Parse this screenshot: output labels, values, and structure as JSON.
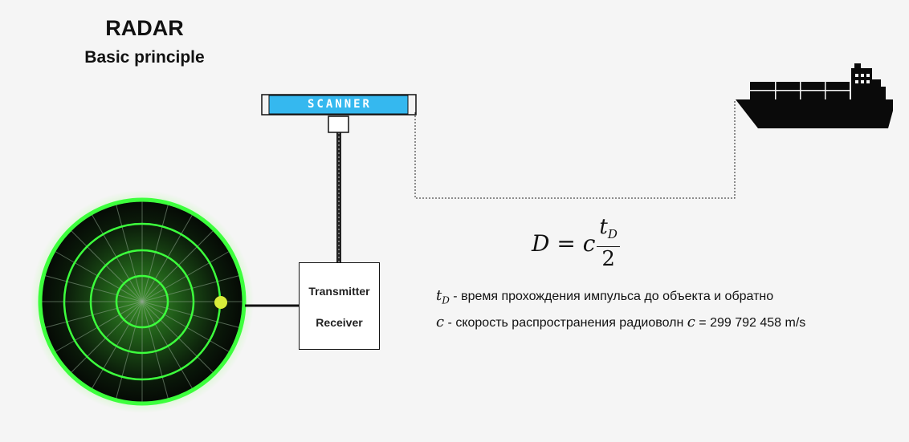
{
  "title": "RADAR",
  "subtitle": "Basic principle",
  "scanner": {
    "label": "SCANNER"
  },
  "transceiver": {
    "line1": "Transmitter",
    "line2": "Receiver"
  },
  "formula": {
    "lhs": "D",
    "eq": " = ",
    "c": "c",
    "num_var": "t",
    "num_sub": "D",
    "den": "2"
  },
  "legend": [
    {
      "symbol": "t",
      "symbol_sub": "D",
      "text": " - время прохождения импульса до объекта и обратно"
    },
    {
      "symbol": "c",
      "text": " - скорость распространения радиоволн ",
      "symbol2": "c",
      "eq": " = ",
      "value": "299 792 458 m/s"
    }
  ],
  "colors": {
    "radar_ring": "#3dff3d",
    "radar_bg": "#0a0f0a",
    "blip": "#d8ec3a",
    "scanner_bar": "#35b8ef",
    "ship": "#0a0a0a"
  },
  "icons": {
    "ship": "cargo-ship-icon",
    "radar": "radar-scope-icon"
  }
}
